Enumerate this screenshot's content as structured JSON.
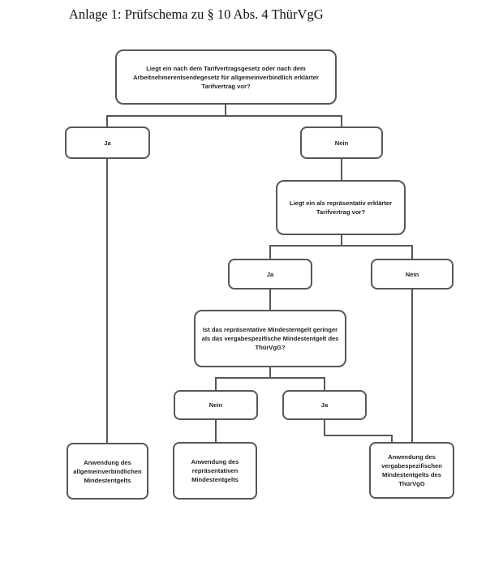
{
  "title": "Anlage 1: Prüfschema zu § 10 Abs. 4 ThürVgG",
  "nodes": {
    "q1": {
      "label": "Liegt ein nach dem Tarifvertragsgesetz oder nach dem Arbeitnehmerentsendegesetz für allgemeinverbindlich erklärter Tarifvertrag vor?"
    },
    "q1_ja": {
      "label": "Ja"
    },
    "q1_nein": {
      "label": "Nein"
    },
    "q2": {
      "label": "Liegt ein als repräsentativ erklärter Tarifvertrag vor?"
    },
    "q2_ja": {
      "label": "Ja"
    },
    "q2_nein": {
      "label": "Nein"
    },
    "q3": {
      "label": "Ist das repräsentative Mindestentgelt geringer als das vergabespezifische Mindestentgelt des ThürVgG?"
    },
    "q3_nein": {
      "label": "Nein"
    },
    "q3_ja": {
      "label": "Ja"
    },
    "result_allgemeinverbindlich": {
      "label": "Anwendung des allgemeinverbindlichen Mindestentgelts"
    },
    "result_repraesentativ": {
      "label": "Anwendung des repräsentativen Mindestentgelts"
    },
    "result_vergabespezifisch": {
      "label": "Anwendung des vergabespezifischen Mindestentgelts des ThürVgG"
    }
  },
  "colors": {
    "line": "#575757",
    "box_border": "#575757",
    "text": "#1f1f1f",
    "background": "#ffffff"
  }
}
